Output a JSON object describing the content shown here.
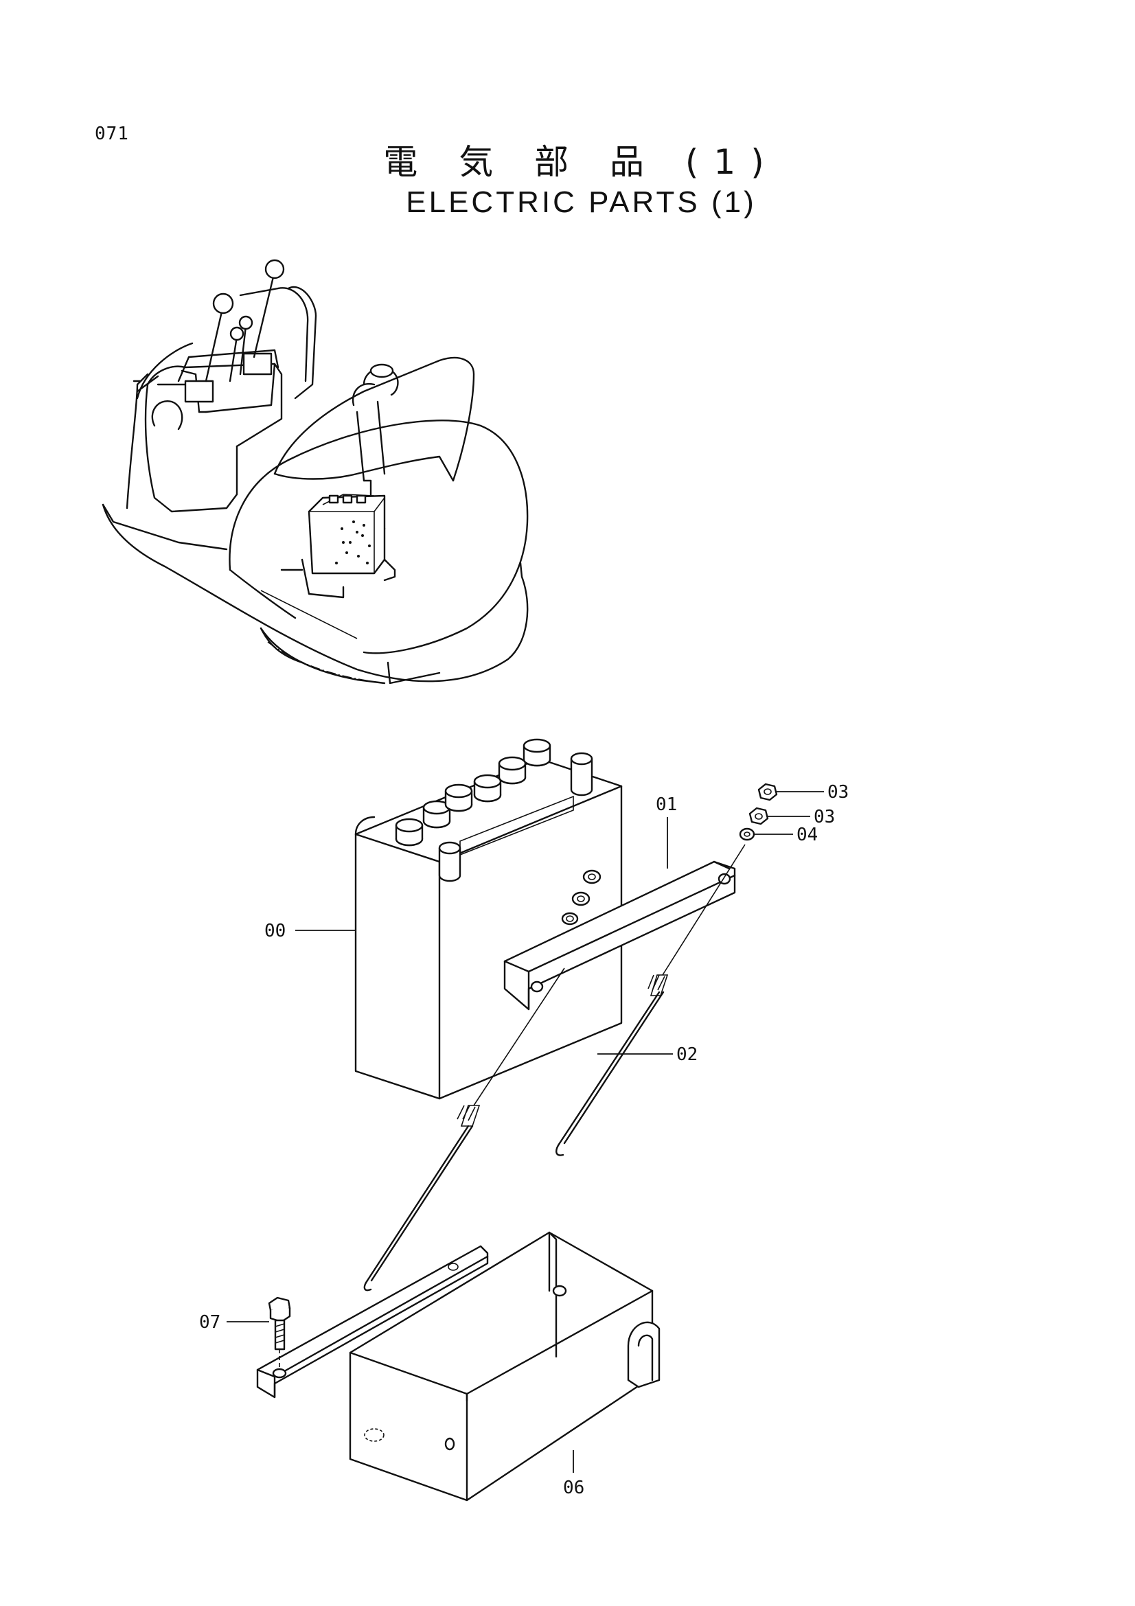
{
  "page": {
    "number": "071",
    "title_ja": "電 気 部 品 (1)",
    "title_en": "ELECTRIC PARTS (1)"
  },
  "callouts": {
    "battery": "00",
    "hold_down_bar": "01",
    "rod": "02",
    "nut_top": "03",
    "nut_second": "03",
    "washer": "04",
    "battery_tray": "06",
    "bolt": "07"
  }
}
